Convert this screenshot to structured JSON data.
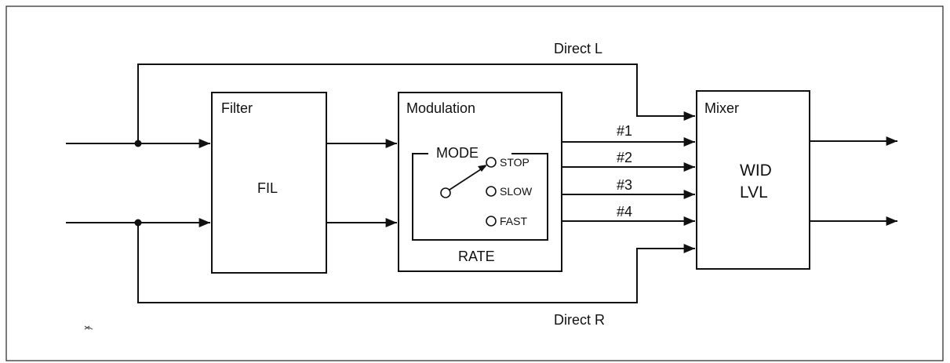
{
  "diagram": {
    "direct_top": "Direct L",
    "direct_bottom": "Direct R",
    "filter": {
      "title": "Filter",
      "param": "FIL"
    },
    "modulation": {
      "title": "Modulation",
      "mode_label": "MODE",
      "options": [
        "STOP",
        "SLOW",
        "FAST"
      ],
      "rate_label": "RATE"
    },
    "outputs": [
      "#1",
      "#2",
      "#3",
      "#4"
    ],
    "mixer": {
      "title": "Mixer",
      "param_1": "WID",
      "param_2": "LVL"
    }
  },
  "colors": {
    "stroke": "#111111",
    "background": "#ffffff"
  }
}
